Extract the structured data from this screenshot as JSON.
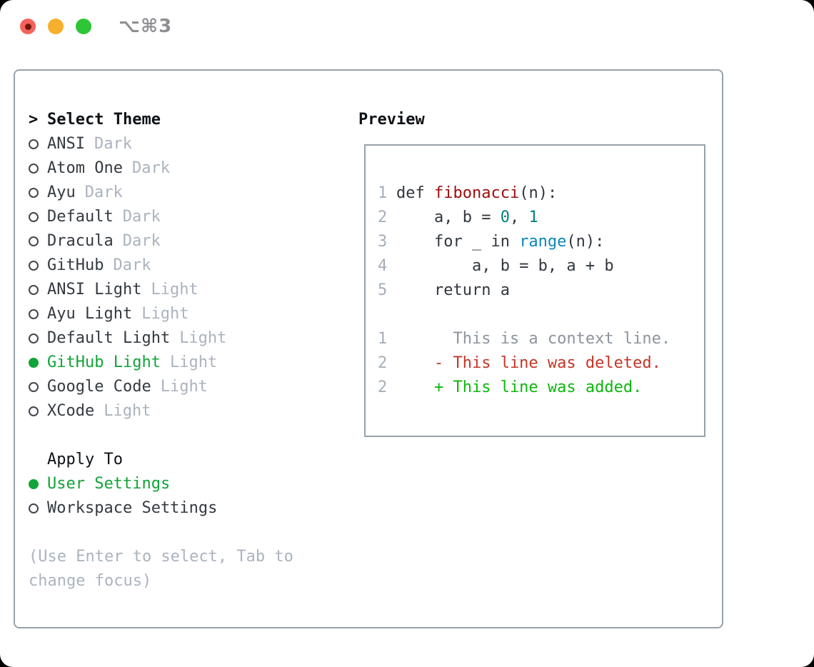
{
  "titlebar": {
    "shortcut_label": "⌥⌘3"
  },
  "theme_picker": {
    "prompt_char": ">",
    "header": "Select Theme",
    "items": [
      {
        "name": "ANSI",
        "variant": "Dark",
        "selected": false
      },
      {
        "name": "Atom One",
        "variant": "Dark",
        "selected": false
      },
      {
        "name": "Ayu",
        "variant": "Dark",
        "selected": false
      },
      {
        "name": "Default",
        "variant": "Dark",
        "selected": false
      },
      {
        "name": "Dracula",
        "variant": "Dark",
        "selected": false
      },
      {
        "name": "GitHub",
        "variant": "Dark",
        "selected": false
      },
      {
        "name": "ANSI Light",
        "variant": "Light",
        "selected": false
      },
      {
        "name": "Ayu Light",
        "variant": "Light",
        "selected": false
      },
      {
        "name": "Default Light",
        "variant": "Light",
        "selected": false
      },
      {
        "name": "GitHub Light",
        "variant": "Light",
        "selected": true
      },
      {
        "name": "Google Code",
        "variant": "Light",
        "selected": false
      },
      {
        "name": "XCode",
        "variant": "Light",
        "selected": false
      }
    ],
    "apply_to": {
      "header": "Apply To",
      "options": [
        {
          "label": "User Settings",
          "selected": true
        },
        {
          "label": "Workspace Settings",
          "selected": false
        }
      ]
    },
    "hint": "(Use Enter to select, Tab to change focus)"
  },
  "preview": {
    "header": "Preview",
    "lines": [
      {
        "blank": true
      },
      {
        "number": "1",
        "segments": [
          {
            "text": "def ",
            "cls": "code"
          },
          {
            "text": "fibonacci",
            "cls": "title"
          },
          {
            "text": "(n):",
            "cls": "code"
          }
        ]
      },
      {
        "number": "2",
        "segments": [
          {
            "text": "    a, b = ",
            "cls": "code"
          },
          {
            "text": "0",
            "cls": "num"
          },
          {
            "text": ", ",
            "cls": "code"
          },
          {
            "text": "1",
            "cls": "num"
          }
        ]
      },
      {
        "number": "3",
        "segments": [
          {
            "text": "    for _ in ",
            "cls": "code"
          },
          {
            "text": "range",
            "cls": "builtin"
          },
          {
            "text": "(n):",
            "cls": "code"
          }
        ]
      },
      {
        "number": "4",
        "segments": [
          {
            "text": "        a, b = b, a + b",
            "cls": "code"
          }
        ]
      },
      {
        "number": "5",
        "segments": [
          {
            "text": "    return a",
            "cls": "code"
          }
        ]
      },
      {
        "blank": true
      },
      {
        "number": "1",
        "segments": [
          {
            "text": "      This is a context line.",
            "cls": "context"
          }
        ]
      },
      {
        "number": "2",
        "segments": [
          {
            "text": "    - This line was deleted.",
            "cls": "deleted"
          }
        ]
      },
      {
        "number": "2",
        "segments": [
          {
            "text": "    + This line was added.",
            "cls": "added"
          }
        ]
      }
    ]
  },
  "colors": {
    "tl_red": "#f6615b",
    "tl_red_dot": "#70150b",
    "tl_yellow": "#f7b02c",
    "tl_green": "#2ec637",
    "shortcut_gray": "#8d8f92",
    "panel_border": "#98a1ab",
    "ring_gray": "#41474e",
    "option_dark": "#343a41",
    "muted_gray": "#abb3bf",
    "selected_green": "#11a438",
    "code_dark": "#31373e",
    "title_red": "#9b0c0c",
    "number_teal": "#077e7e",
    "builtin_blue": "#0d86bf",
    "lnum_gray": "#a6aeba",
    "context_gray": "#8d949d",
    "deleted_red": "#c53527",
    "added_green": "#0cb70c"
  }
}
